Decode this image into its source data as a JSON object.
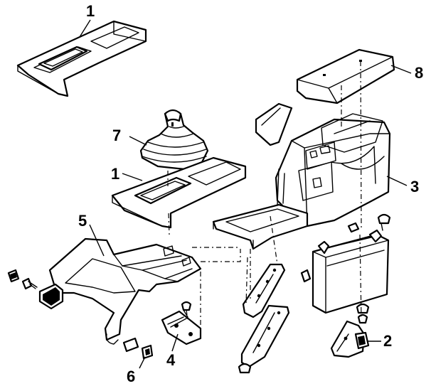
{
  "callouts": {
    "c1_top": "1",
    "c1_mid": "1",
    "c2": "2",
    "c3": "3",
    "c4": "4",
    "c5": "5",
    "c6": "6",
    "c7": "7",
    "c8": "8"
  }
}
